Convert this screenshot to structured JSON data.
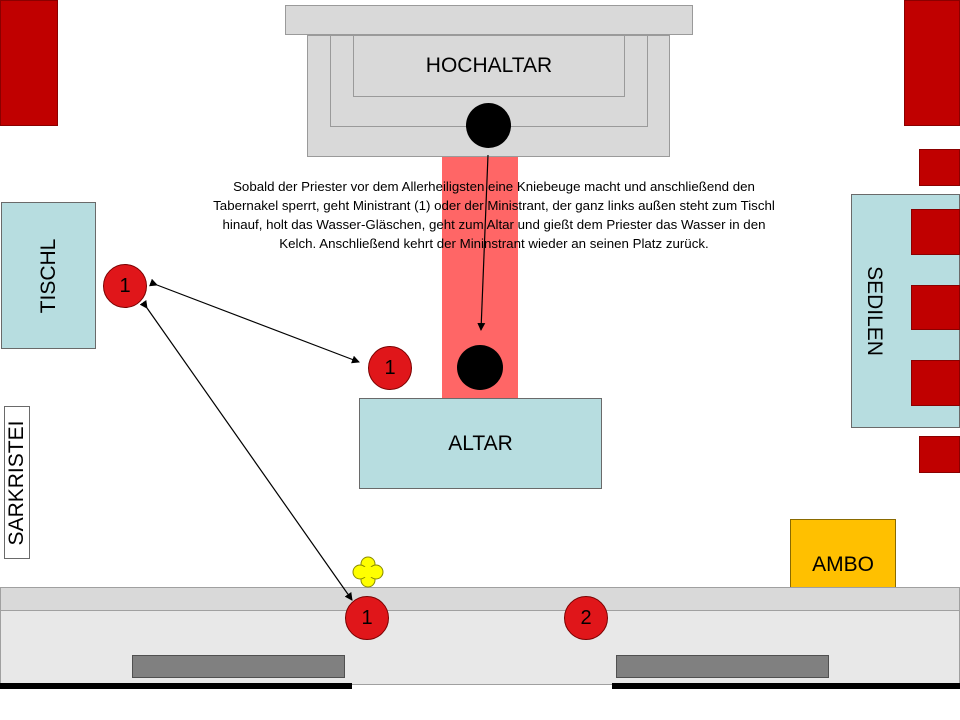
{
  "labels": {
    "hochaltar": "HOCHALTAR",
    "altar": "ALTAR",
    "tischl": "TISCHL",
    "sedilen": "SEDILEN",
    "sakristei": "SARKRISTEI",
    "ambo": "AMBO"
  },
  "note": "Sobald der Priester vor dem Allerheiligsten eine Kniebeuge macht und anschließend den Tabernakel sperrt, geht Ministrant (1) oder der Ministrant, der ganz links außen steht zum Tischl hinauf, holt das Wasser-Gläschen, geht zum Altar und gießt dem Priester das Wasser in den Kelch. Anschließend kehrt der Mininstrant wieder an seinen Platz zurück.",
  "ministrants": {
    "at_tischl": "1",
    "at_altar": "1",
    "bench_1": "1",
    "bench_2": "2"
  },
  "colors": {
    "red_block": "#c00000",
    "ministrant": "#e0161a",
    "path_red": "#ff6666",
    "furniture_cyan": "#b7dde0",
    "ambo_yellow": "#ffc000",
    "grey": "#d9d9d9"
  }
}
